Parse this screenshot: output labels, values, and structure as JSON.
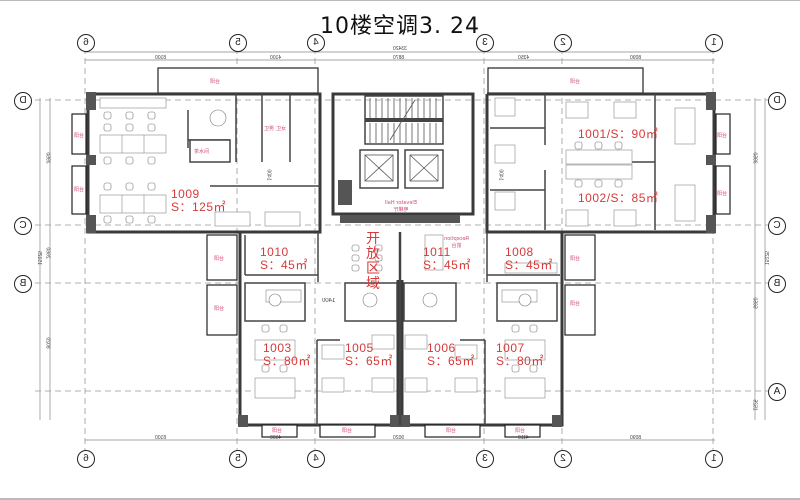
{
  "title": "10楼空调3. 24",
  "grid": {
    "columns": [
      "6",
      "5",
      "4",
      "3",
      "2",
      "1"
    ],
    "rows": [
      "D",
      "C",
      "B",
      "A"
    ]
  },
  "dimensions": {
    "top_total": "33420",
    "top_mid": "8870",
    "top_segments": [
      "8100",
      "4100",
      "4350",
      "8090"
    ],
    "bottom_segments": [
      "8100",
      "4100",
      "9020",
      "4110",
      "8090"
    ],
    "left_total": "15125",
    "left_segments": [
      "3950",
      "2660",
      "8020"
    ],
    "right_total": "15125",
    "right_segments": [
      "3950",
      "5650",
      "1525"
    ],
    "corridor_width": "1400",
    "door_width": "1400"
  },
  "rooms": [
    {
      "id": "1009",
      "label": "1009\nS：125㎡"
    },
    {
      "id": "1001",
      "label": "1001/S：90㎡"
    },
    {
      "id": "1002",
      "label": "1002/S：85㎡"
    },
    {
      "id": "1010",
      "label": "1010\nS：45㎡"
    },
    {
      "id": "1011",
      "label": "1011\nS：45㎡"
    },
    {
      "id": "1008",
      "label": "1008\nS：45㎡"
    },
    {
      "id": "1003",
      "label": "1003\nS：80㎡"
    },
    {
      "id": "1005",
      "label": "1005\nS：65㎡"
    },
    {
      "id": "1006",
      "label": "1006\nS：65㎡"
    },
    {
      "id": "1007",
      "label": "1007\nS：80㎡"
    }
  ],
  "open_area": "开放区域",
  "annotations": {
    "balcony": "阳台",
    "elevator_hall": "Elevator Hall\n电梯厅",
    "reception": "Reception\n前台",
    "tea_room": "茶水间",
    "restroom_m": "卫男",
    "restroom_f": "卫女"
  },
  "colors": {
    "wall": "#3a3a3a",
    "wall_fill": "#555555",
    "room_text": "#d63a3a",
    "annotation": "#d1477a",
    "grid_line": "#999999"
  }
}
